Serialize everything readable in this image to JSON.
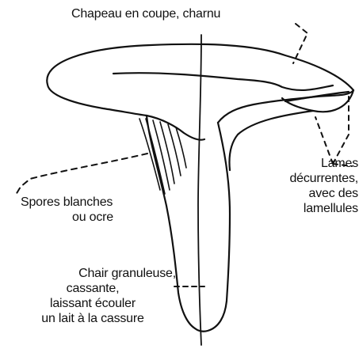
{
  "labels": {
    "cap": [
      "Chapeau en coupe, charnu"
    ],
    "spores": [
      "Spores blanches",
      "ou ocre"
    ],
    "lames": [
      "Lames",
      "décurrentes,",
      "avec des",
      "lamellules"
    ],
    "chair": [
      "Chair granuleuse,",
      "cassante,",
      "laissant écouler",
      "un lait à la cassure"
    ]
  },
  "colors": {
    "ink": "#111111",
    "background": "#ffffff"
  }
}
